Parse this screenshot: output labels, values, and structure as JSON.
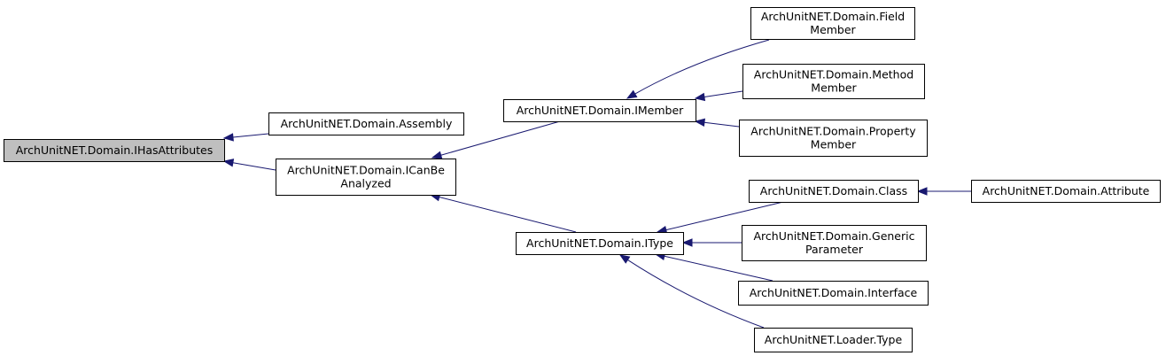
{
  "colors": {
    "edge": "#191970",
    "current_node_fill": "#bfbfbf",
    "node_fill": "#ffffff",
    "node_border": "#000000"
  },
  "nodes": {
    "ihasattributes": {
      "lines": [
        "ArchUnitNET.Domain.IHasAttributes"
      ],
      "current": true
    },
    "assembly": {
      "lines": [
        "ArchUnitNET.Domain.Assembly"
      ]
    },
    "icanbeanalyzed": {
      "lines": [
        "ArchUnitNET.Domain.ICanBe",
        "Analyzed"
      ]
    },
    "imember": {
      "lines": [
        "ArchUnitNET.Domain.IMember"
      ]
    },
    "itype": {
      "lines": [
        "ArchUnitNET.Domain.IType"
      ]
    },
    "fieldmember": {
      "lines": [
        "ArchUnitNET.Domain.Field",
        "Member"
      ]
    },
    "methodmember": {
      "lines": [
        "ArchUnitNET.Domain.Method",
        "Member"
      ]
    },
    "propertymember": {
      "lines": [
        "ArchUnitNET.Domain.Property",
        "Member"
      ]
    },
    "class": {
      "lines": [
        "ArchUnitNET.Domain.Class"
      ]
    },
    "attribute": {
      "lines": [
        "ArchUnitNET.Domain.Attribute"
      ]
    },
    "genericparameter": {
      "lines": [
        "ArchUnitNET.Domain.Generic",
        "Parameter"
      ]
    },
    "interface": {
      "lines": [
        "ArchUnitNET.Domain.Interface"
      ]
    },
    "loadertype": {
      "lines": [
        "ArchUnitNET.Loader.Type"
      ]
    }
  },
  "edges": [
    {
      "from": "assembly",
      "to": "ihasattributes"
    },
    {
      "from": "icanbeanalyzed",
      "to": "ihasattributes"
    },
    {
      "from": "imember",
      "to": "icanbeanalyzed"
    },
    {
      "from": "itype",
      "to": "icanbeanalyzed"
    },
    {
      "from": "fieldmember",
      "to": "imember"
    },
    {
      "from": "methodmember",
      "to": "imember"
    },
    {
      "from": "propertymember",
      "to": "imember"
    },
    {
      "from": "class",
      "to": "itype"
    },
    {
      "from": "genericparameter",
      "to": "itype"
    },
    {
      "from": "interface",
      "to": "itype"
    },
    {
      "from": "loadertype",
      "to": "itype"
    },
    {
      "from": "attribute",
      "to": "class"
    }
  ]
}
